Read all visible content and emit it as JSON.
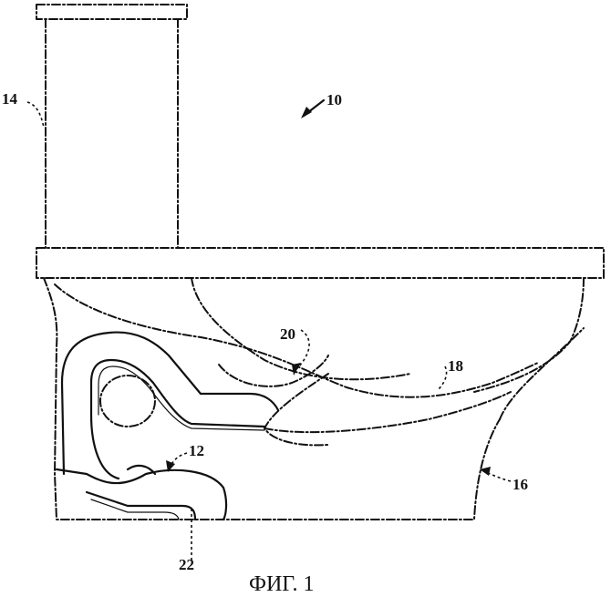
{
  "figure": {
    "caption": "ФИГ. 1",
    "labels": {
      "assembly": "10",
      "trapway": "12",
      "tank": "14",
      "base": "16",
      "bowl": "18",
      "inlet": "20",
      "outlet": "22"
    }
  }
}
